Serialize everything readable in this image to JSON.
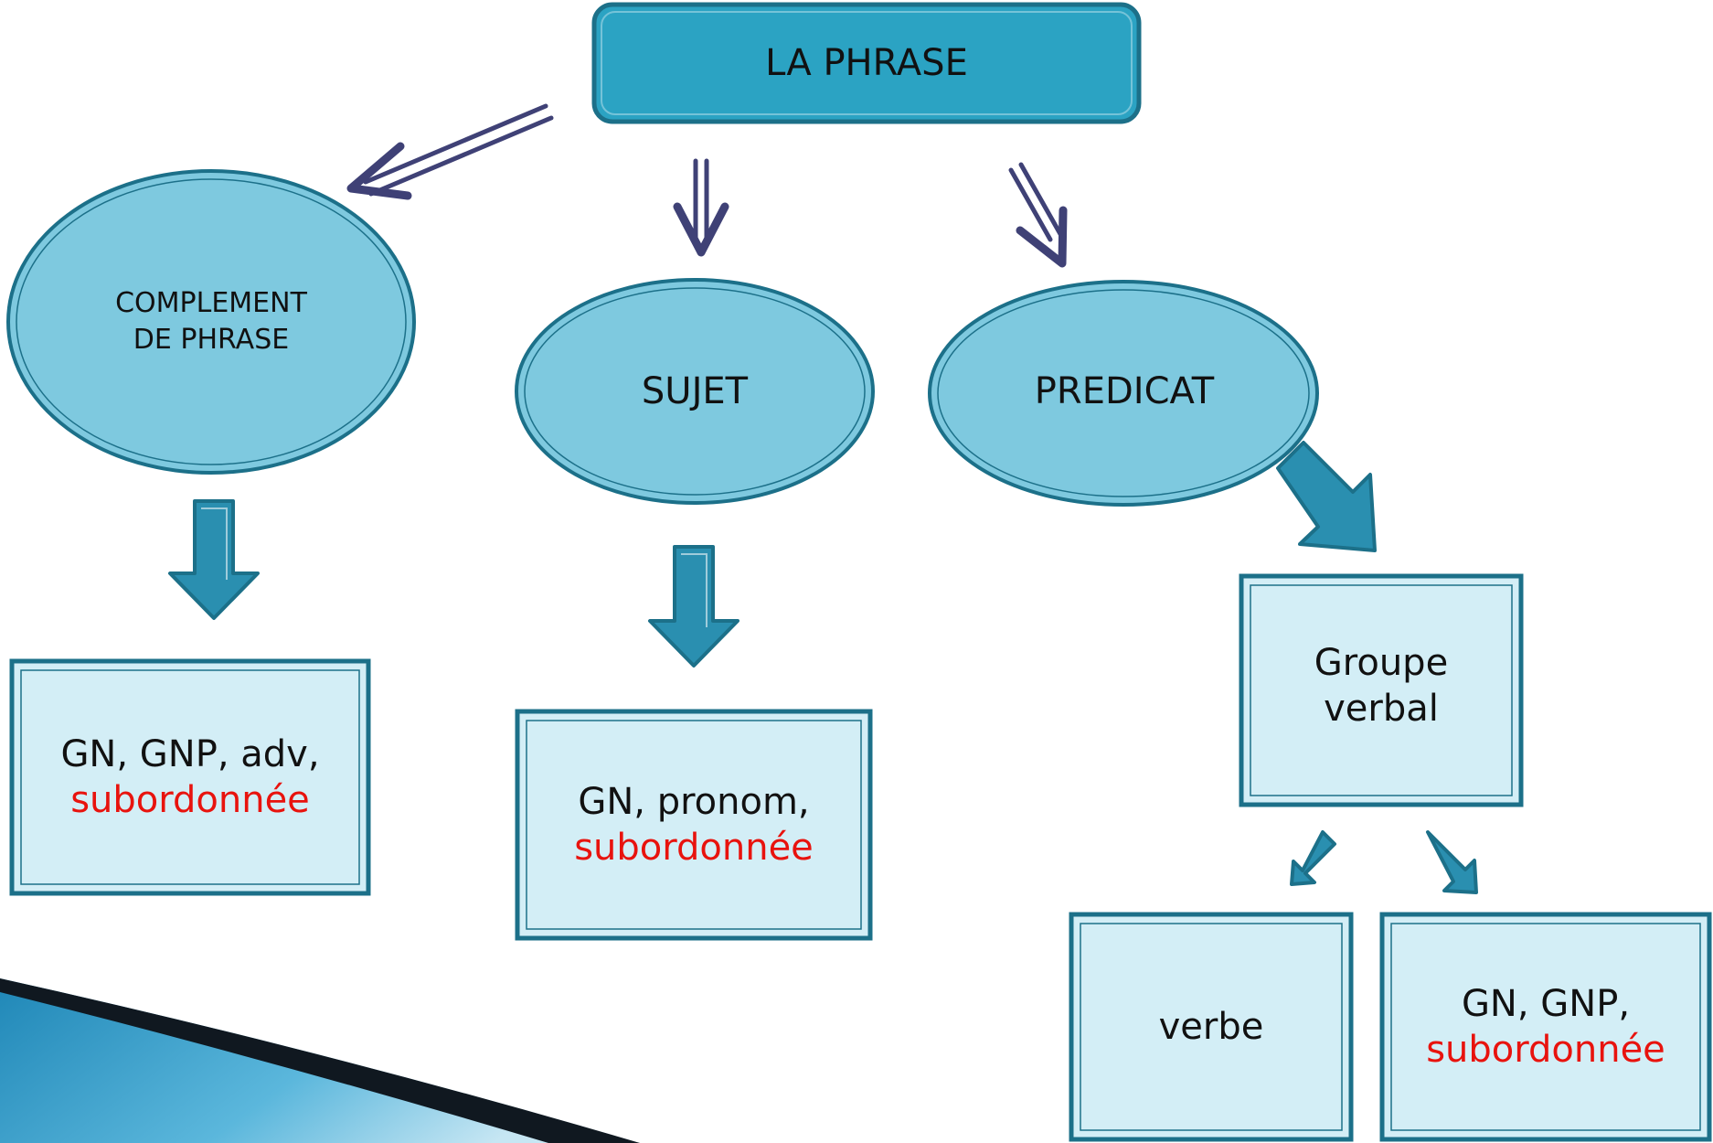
{
  "root": {
    "label": "LA PHRASE"
  },
  "nodes": {
    "complement": {
      "line1": "COMPLEMENT",
      "line2": "DE PHRASE"
    },
    "sujet": {
      "label": "SUJET"
    },
    "predicat": {
      "label": "PREDICAT"
    }
  },
  "boxes": {
    "complement": {
      "line1": "GN, GNP, adv,",
      "line2": "subordonnée"
    },
    "sujet": {
      "line1": "GN, pronom,",
      "line2": "subordonnée"
    },
    "groupe_verbal": {
      "line1": "Groupe",
      "line2": "verbal"
    },
    "verbe": {
      "label": "verbe"
    },
    "gv_complement": {
      "line1": "GN, GNP,",
      "line2": "subordonnée"
    }
  },
  "colors": {
    "root_fill": "#2ba3c3",
    "ellipse_fill": "#7ec9df",
    "box_fill": "#d3eef6",
    "teal_border": "#1c7089",
    "thin_arrow": "#3f4176",
    "block_arrow": "#2a8fb0",
    "highlight_text": "#e8130e"
  }
}
